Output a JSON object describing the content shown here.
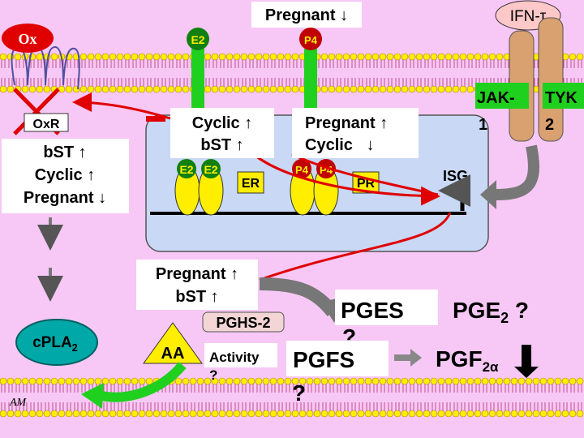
{
  "top_label": "Pregnant ↓",
  "ifn_label": "IFN-τ",
  "jak_label": [
    "JAK-",
    "1"
  ],
  "tyk_label": [
    "TYK",
    "2"
  ],
  "ox_label": "Ox",
  "oxr_label": "OxR",
  "e2_label": "E2",
  "p4_label": "P4",
  "er_label": "ER",
  "pr_label": "PR",
  "isg_label": "ISG",
  "box_e2": [
    "Cyclic ↑",
    "bST ↑"
  ],
  "box_p4": [
    "Pregnant ↑",
    "Cyclic   ↓"
  ],
  "box_left": [
    "bST ↑",
    "Cyclic ↑",
    "Pregnant ↓"
  ],
  "box_mid": [
    "Pregnant ↑",
    "bST ↑"
  ],
  "pghs_label": "PGHS-2",
  "pges_label": "PGES",
  "pges_q": "?",
  "pge2_label": "PGE",
  "pge2_sub": "2",
  "pge2_q": " ?",
  "pgfs_label": "PGFS",
  "pgfs_q": "?",
  "pgf_label": "PGF",
  "pgf_sub": "2α",
  "cpla_label": "cPLA",
  "cpla_sub": "2",
  "aa_label": "AA",
  "activity_label": "Activity",
  "activity_q": "?",
  "am_label": "AM",
  "colors": {
    "background": "#f7c8f5",
    "red": "#e00000",
    "green": "#1fd01f",
    "yellow": "#ffee00",
    "nucleus": "#c8d8f5",
    "teal": "#00a8a8",
    "tan": "#d9a070",
    "membrane": "#d070c8"
  }
}
